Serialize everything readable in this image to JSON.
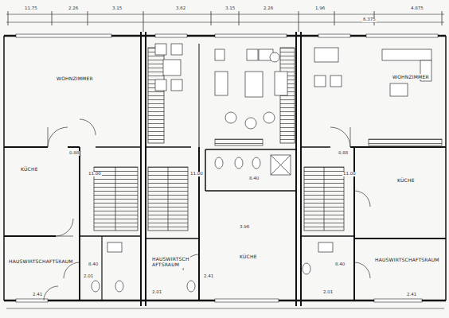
{
  "diagram": {
    "nodes": [
      {
        "text": [
          "WOHNZIMMER"
        ]
      },
      {
        "text": [
          "KÜCHE"
        ]
      },
      {
        "text": [
          "HAUSWIRTSCHAFTSRAUM"
        ]
      },
      {
        "text": [
          "HAUSWIRTSCHAFTSRAUM"
        ]
      },
      {
        "text": [
          "KÜCHE"
        ]
      },
      {
        "text": [
          "WOHNZIMMER"
        ]
      },
      {
        "text": [
          "KÜCHE"
        ]
      },
      {
        "text": [
          "HAUSWIRTSCHAFTSRAUM"
        ]
      }
    ],
    "labels": [
      "11.75",
      "2.26",
      "3.15",
      "3.62",
      "3.15",
      "2.26",
      "1.96",
      "4.875",
      "0.88",
      "0.88",
      "11.00",
      "11.00",
      "11.00",
      "8.40",
      "8.40",
      "8.40",
      "2.01",
      "2.01",
      "2.01",
      "2.41",
      "2.41",
      "2.41",
      "3.96",
      "6.375"
    ]
  }
}
